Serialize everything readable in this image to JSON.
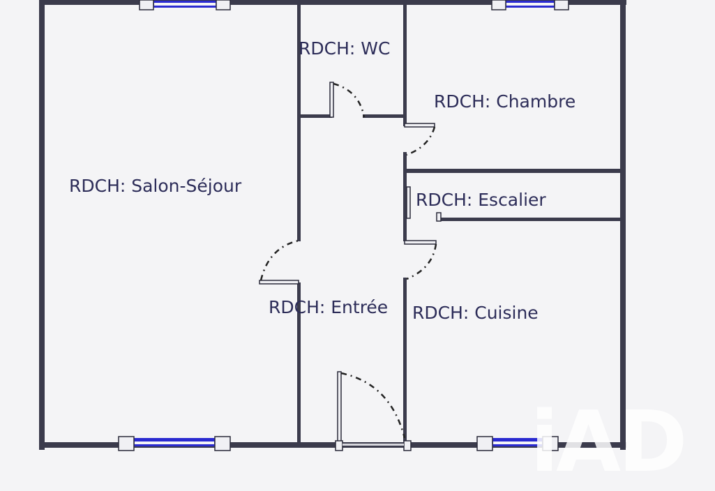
{
  "rooms": {
    "wc": "RDCH: WC",
    "chambre": "RDCH: Chambre",
    "salon": "RDCH: Salon-Séjour",
    "escalier": "RDCH: Escalier",
    "entree": "RDCH: Entrée",
    "cuisine": "RDCH: Cuisine"
  },
  "watermark": "iAD",
  "colors": {
    "wall": "#3b3b4c",
    "window": "#2a2ad0",
    "label": "#2c2c58"
  }
}
